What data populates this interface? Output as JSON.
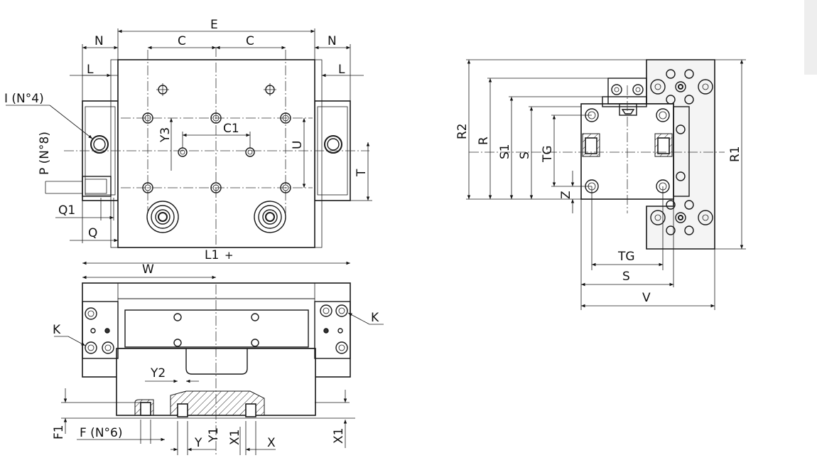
{
  "top_view": {
    "dims": {
      "N": "N",
      "E": "E",
      "C": "C",
      "L": "L",
      "I": "I (N°4)",
      "P": "P (N°8)",
      "Y3": "Y3",
      "C1": "C1",
      "U": "U",
      "T": "T",
      "Q1": "Q1",
      "Q": "Q"
    }
  },
  "front_view": {
    "dims": {
      "L1": "L1",
      "plus": "+",
      "W": "W",
      "K": "K",
      "Y2": "Y2",
      "F1": "F1",
      "F": "F (N°6)",
      "Y": "Y",
      "Y1": "Y1",
      "X1": "X1",
      "X": "X"
    }
  },
  "side_view": {
    "dims": {
      "R2": "R2",
      "R": "R",
      "S1": "S1",
      "S": "S",
      "TG": "TG",
      "Z": "Z",
      "R1": "R1",
      "V": "V"
    }
  }
}
